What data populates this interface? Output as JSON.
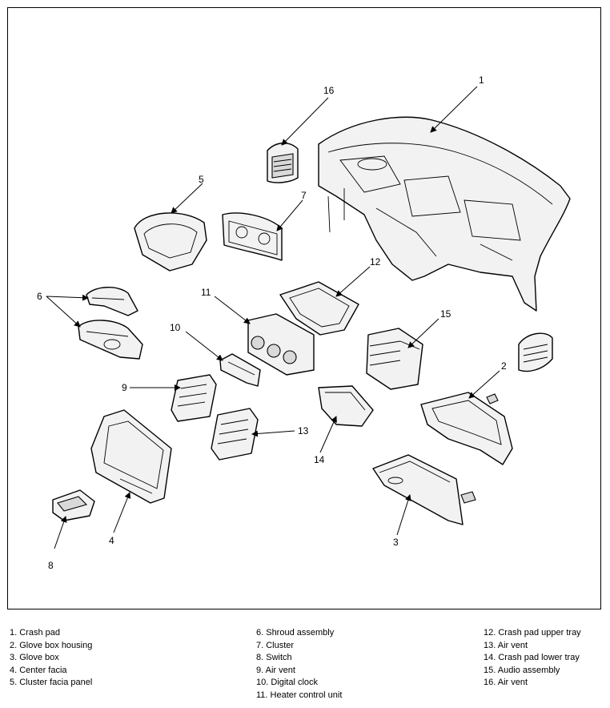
{
  "callouts": [
    "1",
    "2",
    "3",
    "4",
    "5",
    "6",
    "7",
    "8",
    "9",
    "10",
    "11",
    "12",
    "13",
    "14",
    "15",
    "16"
  ],
  "legend": {
    "col1": [
      "1. Crash pad",
      "2. Glove box housing",
      "3. Glove box",
      "4. Center facia",
      "5. Cluster facia panel"
    ],
    "col2": [
      "6. Shroud assembly",
      "7. Cluster",
      "8. Switch",
      "9. Air vent",
      "10. Digital clock",
      "11. Heater control unit"
    ],
    "col3": [
      "12. Crash pad upper tray",
      "13. Air vent",
      "14. Crash pad lower tray",
      "15. Audio assembly",
      "16. Air vent"
    ]
  }
}
